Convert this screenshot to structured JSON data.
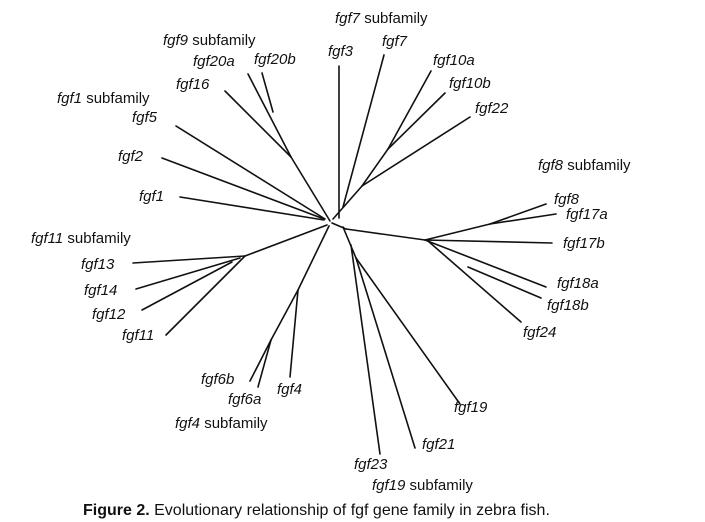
{
  "families": {
    "fgf7": {
      "gene": "fgf7",
      "word": "subfamily"
    },
    "fgf9": {
      "gene": "fgf9",
      "word": "subfamily"
    },
    "fgf1": {
      "gene": "fgf1",
      "word": "subfamily"
    },
    "fgf8": {
      "gene": "fgf8",
      "word": "subfamily"
    },
    "fgf11": {
      "gene": "fgf11",
      "word": "subfamily"
    },
    "fgf4": {
      "gene": "fgf4",
      "word": "subfamily"
    },
    "fgf19": {
      "gene": "fgf19",
      "word": "subfamily"
    }
  },
  "genes": {
    "fgf1": "fgf1",
    "fgf2": "fgf2",
    "fgf5": "fgf5",
    "fgf16": "fgf16",
    "fgf20a": "fgf20a",
    "fgf20b": "fgf20b",
    "fgf3": "fgf3",
    "fgf7": "fgf7",
    "fgf10a": "fgf10a",
    "fgf10b": "fgf10b",
    "fgf22": "fgf22",
    "fgf8": "fgf8",
    "fgf17a": "fgf17a",
    "fgf17b": "fgf17b",
    "fgf18a": "fgf18a",
    "fgf18b": "fgf18b",
    "fgf24": "fgf24",
    "fgf19": "fgf19",
    "fgf21": "fgf21",
    "fgf23": "fgf23",
    "fgf4": "fgf4",
    "fgf6a": "fgf6a",
    "fgf6b": "fgf6b",
    "fgf13": "fgf13",
    "fgf14": "fgf14",
    "fgf12": "fgf12",
    "fgf11": "fgf11"
  },
  "caption": {
    "label": "Figure 2.",
    "text": " Evolutionary relationship of fgf gene family in zebra fish."
  }
}
